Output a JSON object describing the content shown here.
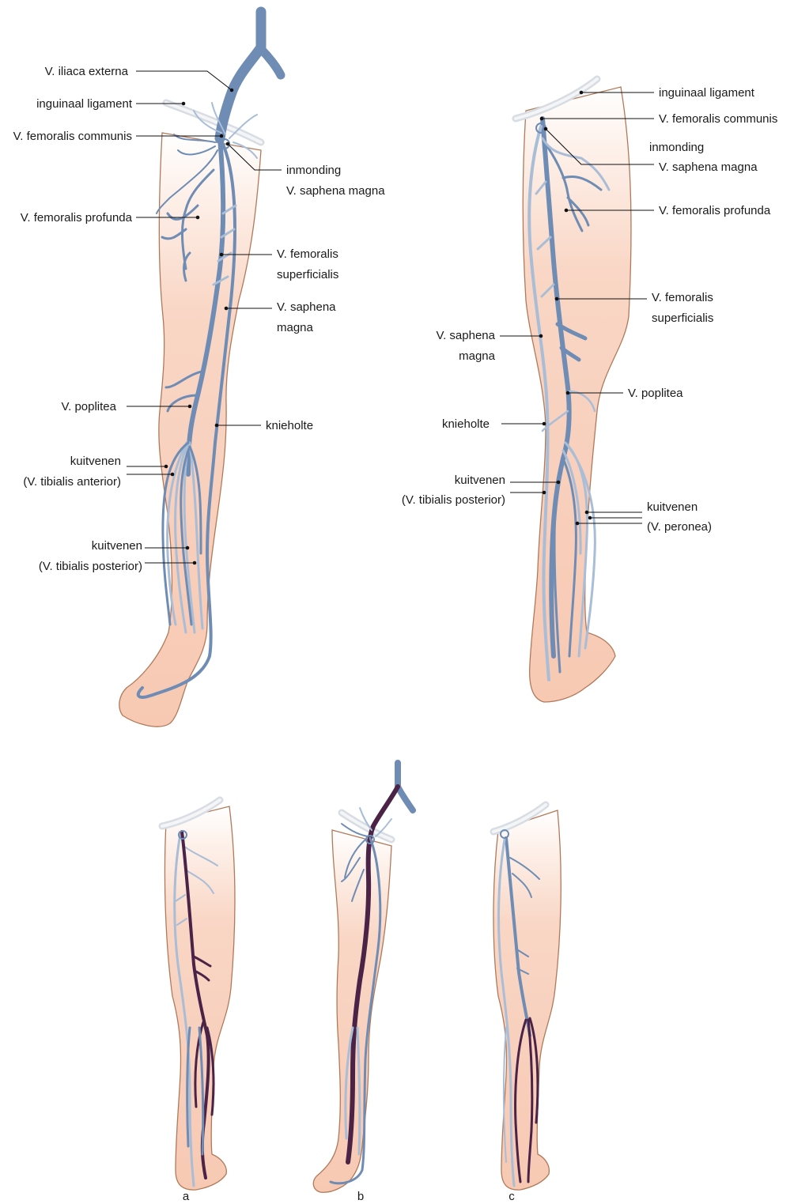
{
  "figure": {
    "left_leg_labels": {
      "iliaca_externa": "V. iliaca externa",
      "inguinaal_ligament": "inguinaal ligament",
      "femoralis_communis": "V. femoralis communis",
      "inmonding_1": "inmonding",
      "inmonding_2": "V. saphena magna",
      "femoralis_profunda": "V. femoralis profunda",
      "femoralis_superficialis_1": "V. femoralis",
      "femoralis_superficialis_2": "superficialis",
      "saphena_magna_1": "V. saphena",
      "saphena_magna_2": "magna",
      "poplitea": "V. poplitea",
      "knieholte": "knieholte",
      "kuitvenen_ant_1": "kuitvenen",
      "kuitvenen_ant_2": "(V. tibialis anterior)",
      "kuitvenen_post_1": "kuitvenen",
      "kuitvenen_post_2": "(V. tibialis posterior)"
    },
    "right_leg_labels": {
      "inguinaal_ligament": "inguinaal ligament",
      "femoralis_communis": "V. femoralis communis",
      "inmonding_1": "inmonding",
      "inmonding_2": "V. saphena magna",
      "femoralis_profunda": "V. femoralis profunda",
      "femoralis_superficialis_1": "V. femoralis",
      "femoralis_superficialis_2": "superficialis",
      "saphena_magna_1": "V. saphena",
      "saphena_magna_2": "magna",
      "poplitea": "V. poplitea",
      "knieholte": "knieholte",
      "kuitvenen_post_1": "kuitvenen",
      "kuitvenen_post_2": "(V. tibialis posterior)",
      "kuitvenen_peronea_1": "kuitvenen",
      "kuitvenen_peronea_2": "(V. peronea)"
    },
    "panel_labels": [
      "a",
      "b",
      "c"
    ],
    "colors": {
      "deep_vein": "#6f8cb4",
      "superficial_vein": "#a9bdd6",
      "thrombus": "#4a2347",
      "skin_top": "#fdeee6",
      "skin_bottom": "#f7c9b3",
      "outline": "#b07a5a"
    }
  }
}
